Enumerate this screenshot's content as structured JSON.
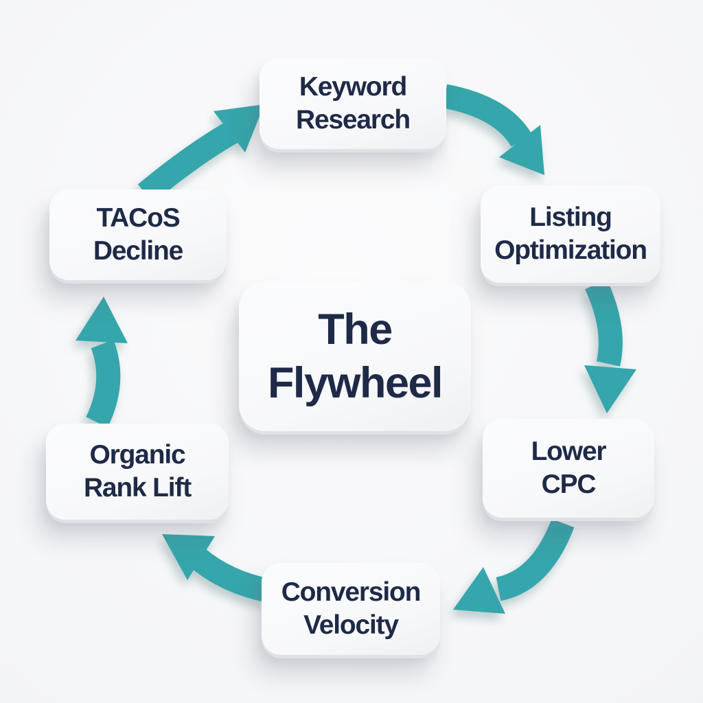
{
  "diagram": {
    "center": {
      "id": "the-flywheel",
      "line1": "The",
      "line2": "Flywheel"
    },
    "nodes": [
      {
        "id": "keyword-research",
        "line1": "Keyword",
        "line2": "Research"
      },
      {
        "id": "listing-optimization",
        "line1": "Listing",
        "line2": "Optimization"
      },
      {
        "id": "tacos-decline",
        "line1": "TACoS",
        "line2": "Decline"
      },
      {
        "id": "lower-cpc",
        "line1": "Lower",
        "line2": "CPC"
      },
      {
        "id": "organic-rank-lift",
        "line1": "Organic",
        "line2": "Rank Lift"
      },
      {
        "id": "conversion-velocity",
        "line1": "Conversion",
        "line2": "Velocity"
      }
    ],
    "connections": [
      {
        "from": "keyword-research",
        "to": "listing-optimization"
      },
      {
        "from": "listing-optimization",
        "to": "lower-cpc"
      },
      {
        "from": "lower-cpc",
        "to": "conversion-velocity"
      },
      {
        "from": "conversion-velocity",
        "to": "organic-rank-lift"
      },
      {
        "from": "organic-rank-lift",
        "to": "tacos-decline"
      },
      {
        "from": "tacos-decline",
        "to": "keyword-research"
      }
    ],
    "theme": {
      "arrow_color": "#35a6ab",
      "text_color": "#1e2a47",
      "node_color": "#fafbfc",
      "background_color": "#f3f4f6"
    }
  }
}
